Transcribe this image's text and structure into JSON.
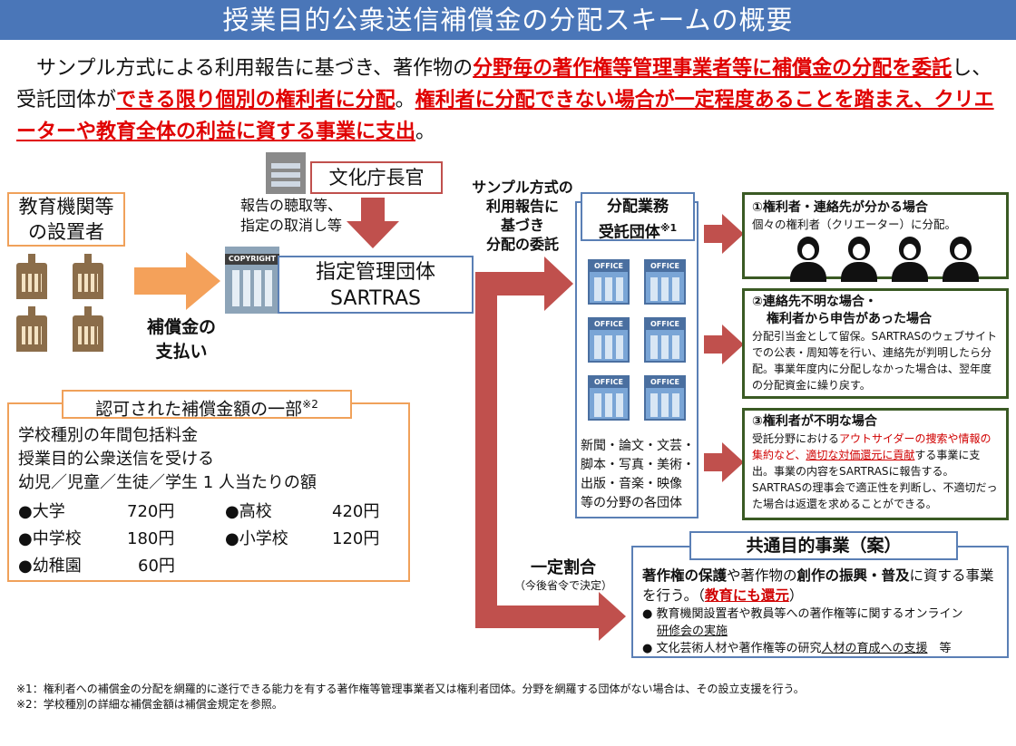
{
  "title": "授業目的公衆送信補償金の分配スキームの概要",
  "intro": {
    "p1": "サンプル方式による利用報告に基づき、著作物の",
    "r1": "分野毎の著作権等管理事業者等に補償金の分配を委託",
    "p2": "し、受託団体が",
    "r2": "できる限り個別の権利者に分配",
    "p3": "。",
    "r3": "権利者に分配できない場合が一定程度あることを踏まえ、クリエーターや教育全体の利益に資する事業に支出",
    "p4": "。"
  },
  "installer": {
    "line1": "教育機関等",
    "line2": "の設置者"
  },
  "payment": {
    "line1": "補償金の",
    "line2": "支払い"
  },
  "agency": {
    "name": "文化庁長官",
    "note1": "報告の聴取等、",
    "note2": "指定の取消し等"
  },
  "sartras": {
    "icon_label": "COPYRIGHT",
    "line1": "指定管理団体",
    "line2": "SARTRAS"
  },
  "fee_box": {
    "title": "認可された補償金額の一部",
    "title_sup": "※2",
    "desc1": "学校種別の年間包括料金",
    "desc2": "授業目的公衆送信を受ける",
    "desc3": "幼児／児童／生徒／学生 1 人当たりの額",
    "items": [
      {
        "name": "●大学",
        "price": "720円"
      },
      {
        "name": "●高校",
        "price": "420円"
      },
      {
        "name": "●中学校",
        "price": "180円"
      },
      {
        "name": "●小学校",
        "price": "120円"
      },
      {
        "name": "●幼稚園",
        "price": "60円"
      }
    ]
  },
  "sample": {
    "line1": "サンプル方式の",
    "line2": "利用報告に",
    "line3": "基づき",
    "line4": "分配の委託"
  },
  "share": {
    "label": "一定割合",
    "sub": "（今後省令で決定）"
  },
  "contractor": {
    "title1": "分配業務",
    "title2": "受託団体",
    "title_sup": "※1",
    "office_label": "OFFICE",
    "fields1": "新聞・論文・文芸・",
    "fields2": "脚本・写真・美術・",
    "fields3": "出版・音楽・映像",
    "fields4": "等の分野の各団体"
  },
  "case1": {
    "title": "①権利者・連絡先が分かる場合",
    "body": "個々の権利者（クリエーター）に分配。"
  },
  "case2": {
    "title1": "②連絡先不明な場合・",
    "title2": "権利者から申告があった場合",
    "body": "分配引当金として留保。SARTRASのウェブサイトでの公表・周知等を行い、連絡先が判明したら分配。事業年度内に分配しなかった場合は、翌年度の分配資金に繰り戻す。"
  },
  "case3": {
    "title": "③権利者が不明な場合",
    "b1": "受託分野における",
    "b2": "アウトサイダーの捜索や情報の集約など、",
    "b3": "適切な対価還元に貢献",
    "b4": "する事業に支出。事業の内容をSARTRASに報告する。SARTRASの理事会で適正性を判断し、不適切だった場合は返還を求めることができる。"
  },
  "common": {
    "title": "共通目的事業（案）",
    "t1": "著作権の保護",
    "t2": "や著作物の",
    "t3": "創作の振興・普及",
    "t4": "に資する事業を行う。（",
    "t5": "教育にも還元",
    "t6": "）",
    "bullet1a": "● 教育機関設置者や教員等への著作権等に関するオンライン",
    "bullet1b": "研修会の実施",
    "bullet2a": "● 文化芸術人材や著作権等の研究",
    "bullet2b": "人材の育成への支援",
    "bullet2c": "等"
  },
  "footnotes": {
    "n1": "※1：権利者への補償金の分配を網羅的に遂行できる能力を有する著作権等管理事業者又は権利者団体。分野を網羅する団体がない場合は、その設立支援を行う。",
    "n2": "※2：学校種別の詳細な補償金額は補償金規定を参照。"
  },
  "colors": {
    "title_bg": "#4a76b8",
    "arrow_red": "#c0504d",
    "arrow_orange": "#f4a15a",
    "emphasis": "#e00000"
  }
}
